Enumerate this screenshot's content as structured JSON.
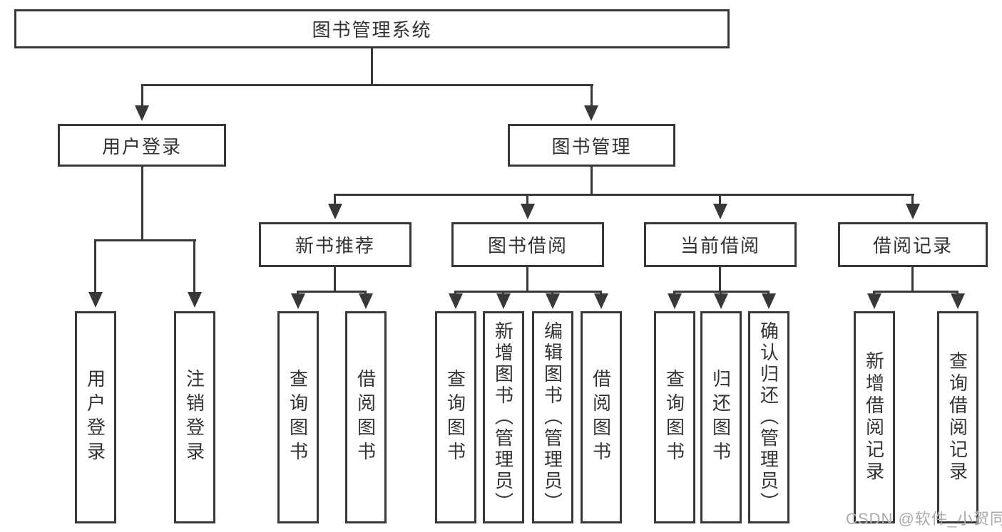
{
  "colors": {
    "line": "#383838",
    "text": "#333333",
    "background": "#ffffff",
    "watermark": "#ababab"
  },
  "watermark": {
    "text": "CSDN @软件_小贺同学"
  },
  "tree": {
    "root": {
      "label": "图书管理系统"
    },
    "branches": [
      {
        "label": "用户登录",
        "leaves": [
          {
            "label": "用户登录"
          },
          {
            "label": "注销登录"
          }
        ]
      },
      {
        "label": "图书管理",
        "groups": [
          {
            "label": "新书推荐",
            "leaves": [
              {
                "label": "查询图书"
              },
              {
                "label": "借阅图书"
              }
            ]
          },
          {
            "label": "图书借阅",
            "leaves": [
              {
                "label": "查询图书"
              },
              {
                "label": "新增图书（管理员）"
              },
              {
                "label": "编辑图书（管理员）"
              },
              {
                "label": "借阅图书"
              }
            ]
          },
          {
            "label": "当前借阅",
            "leaves": [
              {
                "label": "查询图书"
              },
              {
                "label": "归还图书"
              },
              {
                "label": "确认归还（管理员）"
              }
            ]
          },
          {
            "label": "借阅记录",
            "leaves": [
              {
                "label": "新增借阅记录"
              },
              {
                "label": "查询借阅记录"
              }
            ]
          }
        ]
      }
    ]
  }
}
